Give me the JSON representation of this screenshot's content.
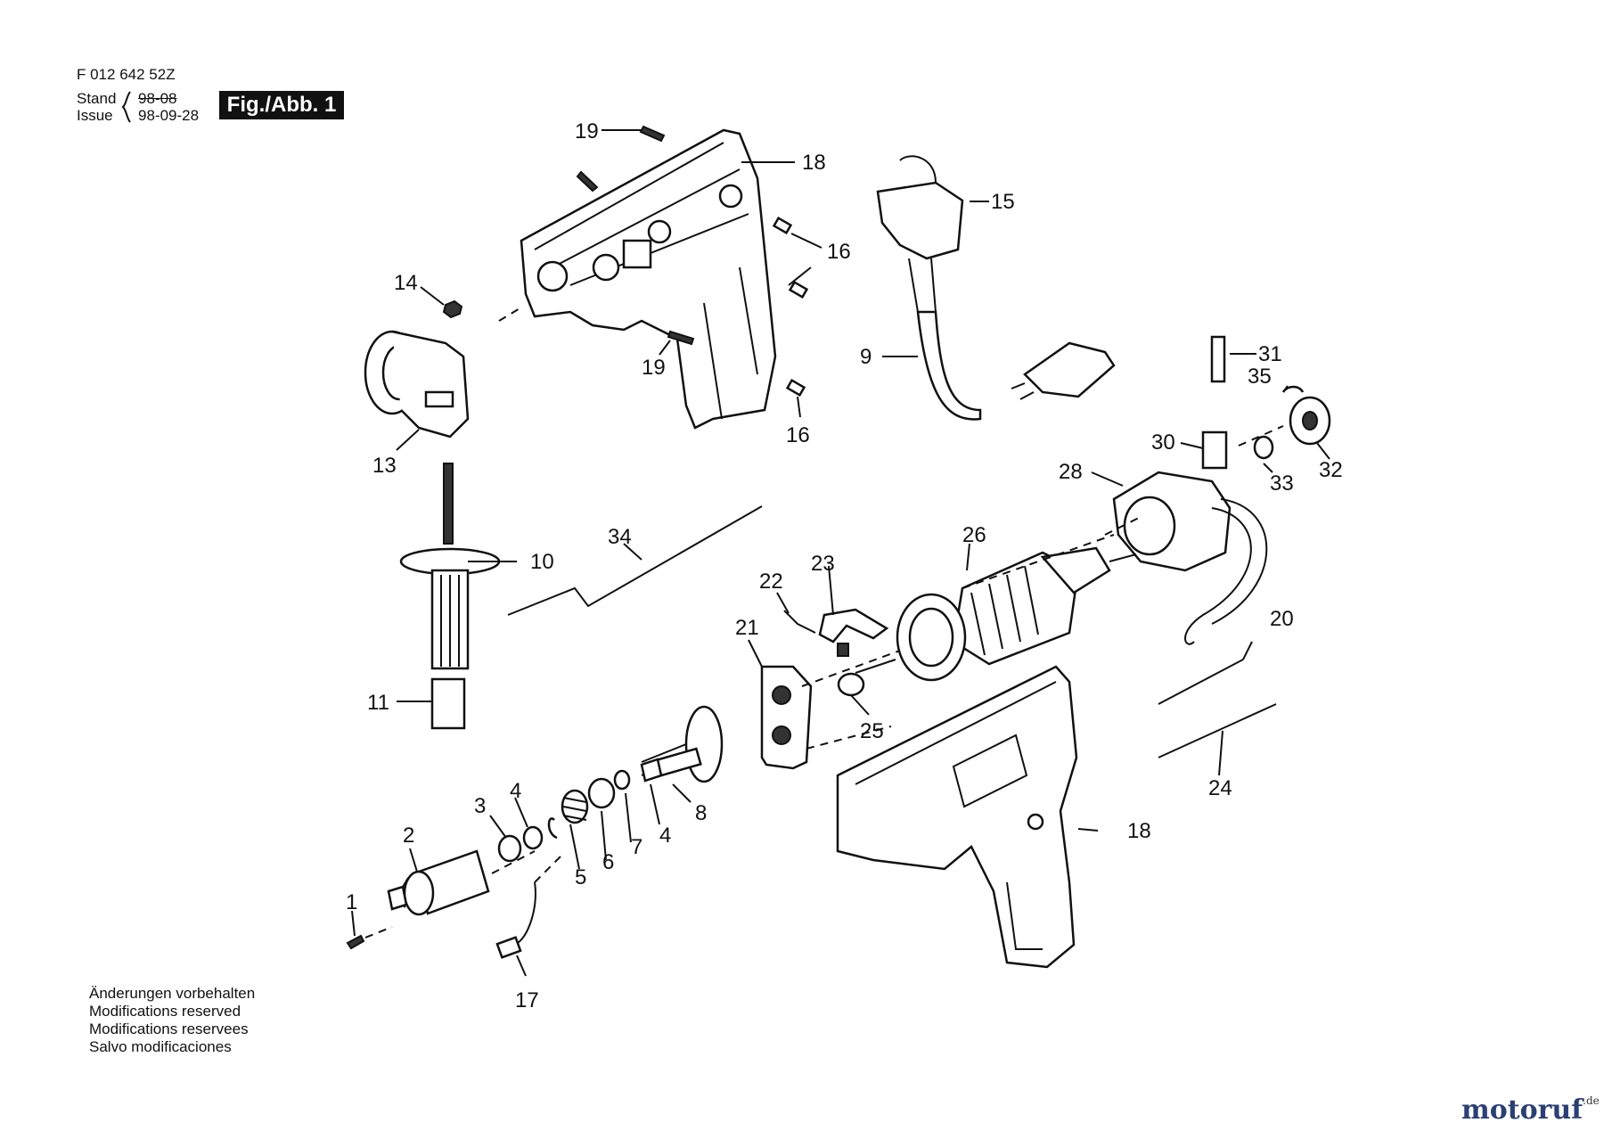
{
  "header": {
    "doc_number": "F 012 642 52Z",
    "stand_label": "Stand",
    "stand_value": "98-08",
    "issue_label": "Issue",
    "issue_value": "98-09-28",
    "figure_label": "Fig./Abb. 1"
  },
  "notes": [
    "Änderungen vorbehalten",
    "Modifications reserved",
    "Modifications reservees",
    "Salvo modificaciones"
  ],
  "part_labels": [
    "1",
    "2",
    "3",
    "4",
    "4",
    "5",
    "6",
    "7",
    "8",
    "9",
    "10",
    "11",
    "13",
    "14",
    "15",
    "16",
    "16",
    "17",
    "18",
    "18",
    "19",
    "19",
    "20",
    "21",
    "22",
    "23",
    "24",
    "25",
    "26",
    "28",
    "30",
    "31",
    "32",
    "33",
    "34",
    "35"
  ],
  "brand": {
    "name_a": "motoruf",
    "tld": ".de"
  },
  "colors": {
    "ink": "#111111",
    "brand": "#2b3f73",
    "brand_dot": "#3a8a2b"
  }
}
